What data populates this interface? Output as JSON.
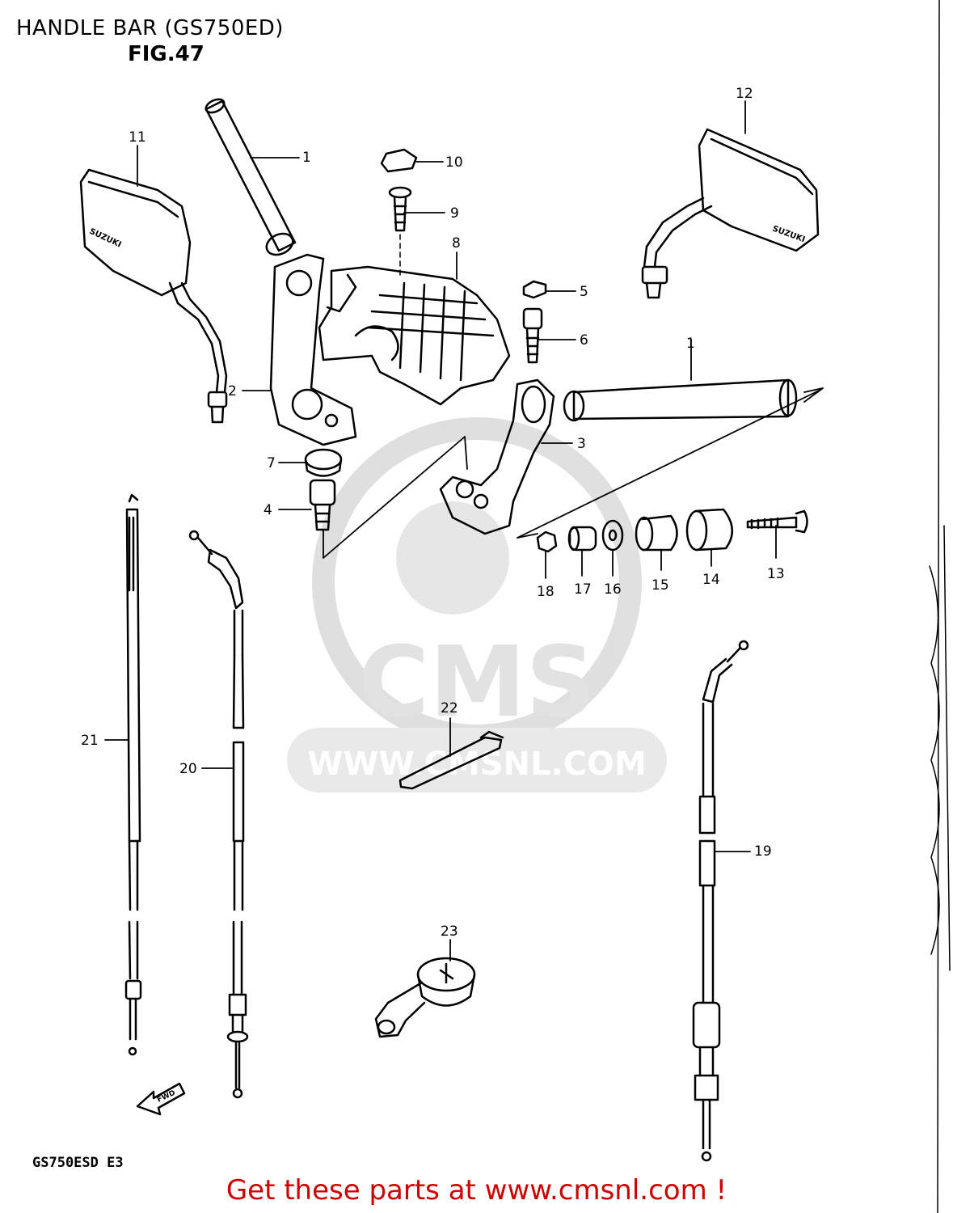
{
  "header": {
    "title": "HANDLE BAR (GS750ED)",
    "figure": "FIG.47"
  },
  "watermark": {
    "brand": "CMS",
    "site": "WWW.CMSNL.COM"
  },
  "fwd_label": "FWD",
  "mirror_brand": "SUZUKI",
  "model_code": "GS750ESD E3",
  "footer": {
    "link_text": "Get these parts at www.cmsnl.com !"
  },
  "parts": [
    {
      "id": "p1a",
      "label": "1"
    },
    {
      "id": "p1b",
      "label": "1"
    },
    {
      "id": "p2",
      "label": "2"
    },
    {
      "id": "p3",
      "label": "3"
    },
    {
      "id": "p4",
      "label": "4"
    },
    {
      "id": "p5",
      "label": "5"
    },
    {
      "id": "p6",
      "label": "6"
    },
    {
      "id": "p7",
      "label": "7"
    },
    {
      "id": "p8",
      "label": "8"
    },
    {
      "id": "p9",
      "label": "9"
    },
    {
      "id": "p10",
      "label": "10"
    },
    {
      "id": "p11",
      "label": "11"
    },
    {
      "id": "p12",
      "label": "12"
    },
    {
      "id": "p13",
      "label": "13"
    },
    {
      "id": "p14",
      "label": "14"
    },
    {
      "id": "p15",
      "label": "15"
    },
    {
      "id": "p16",
      "label": "16"
    },
    {
      "id": "p17",
      "label": "17"
    },
    {
      "id": "p18",
      "label": "18"
    },
    {
      "id": "p19",
      "label": "19"
    },
    {
      "id": "p20",
      "label": "20"
    },
    {
      "id": "p21",
      "label": "21"
    },
    {
      "id": "p22",
      "label": "22"
    },
    {
      "id": "p23",
      "label": "23"
    }
  ]
}
